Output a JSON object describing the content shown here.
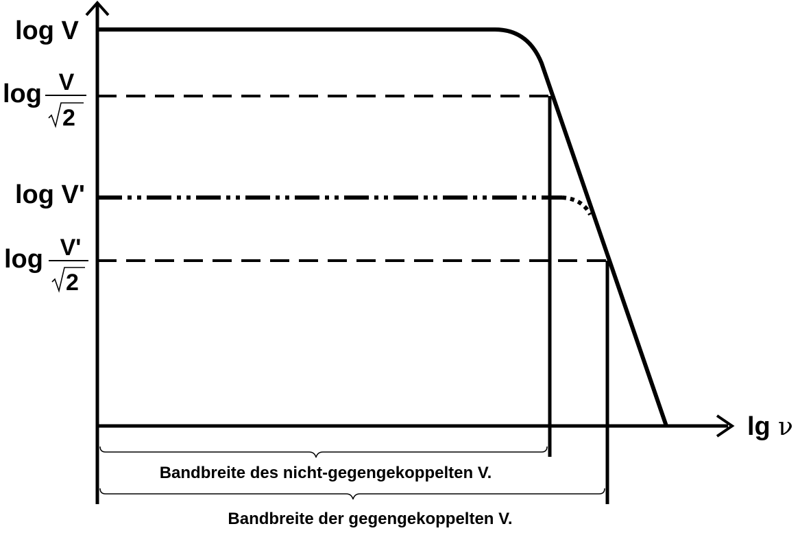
{
  "y_labels": {
    "log_v": "log V",
    "log_v_sqrt2": {
      "prefix": "log",
      "numerator": "V",
      "denominator": "2"
    },
    "log_v_prime": "log V'",
    "log_v_prime_sqrt2": {
      "prefix": "log",
      "numerator": "V'",
      "denominator": "2"
    }
  },
  "x_axis": {
    "prefix": "lg",
    "symbol": "ν"
  },
  "braces": {
    "upper": "Bandbreite des nicht-gegengekoppelten V.",
    "lower": "Bandbreite der gegengekoppelten V."
  }
}
